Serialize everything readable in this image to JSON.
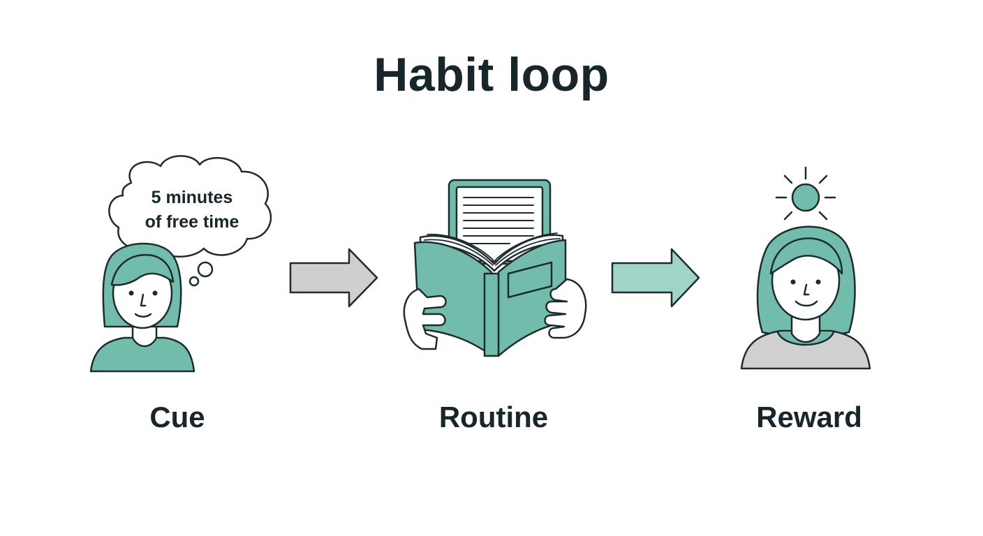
{
  "title": "Habit loop",
  "steps": [
    {
      "label": "Cue"
    },
    {
      "label": "Routine"
    },
    {
      "label": "Reward"
    }
  ],
  "thought_bubble": {
    "line1": "5 minutes",
    "line2": "of free time"
  },
  "colors": {
    "teal": "#72bcab",
    "teal_light": "#a0d4c7",
    "gray_arrow": "#cfcfcf",
    "outline": "#1c2b2e",
    "text": "#17262b"
  },
  "icons": {
    "cue": "person-thinking-icon",
    "routine": "reading-book-icon",
    "reward": "happy-person-sun-icon",
    "arrows": "right-arrow-icon"
  }
}
